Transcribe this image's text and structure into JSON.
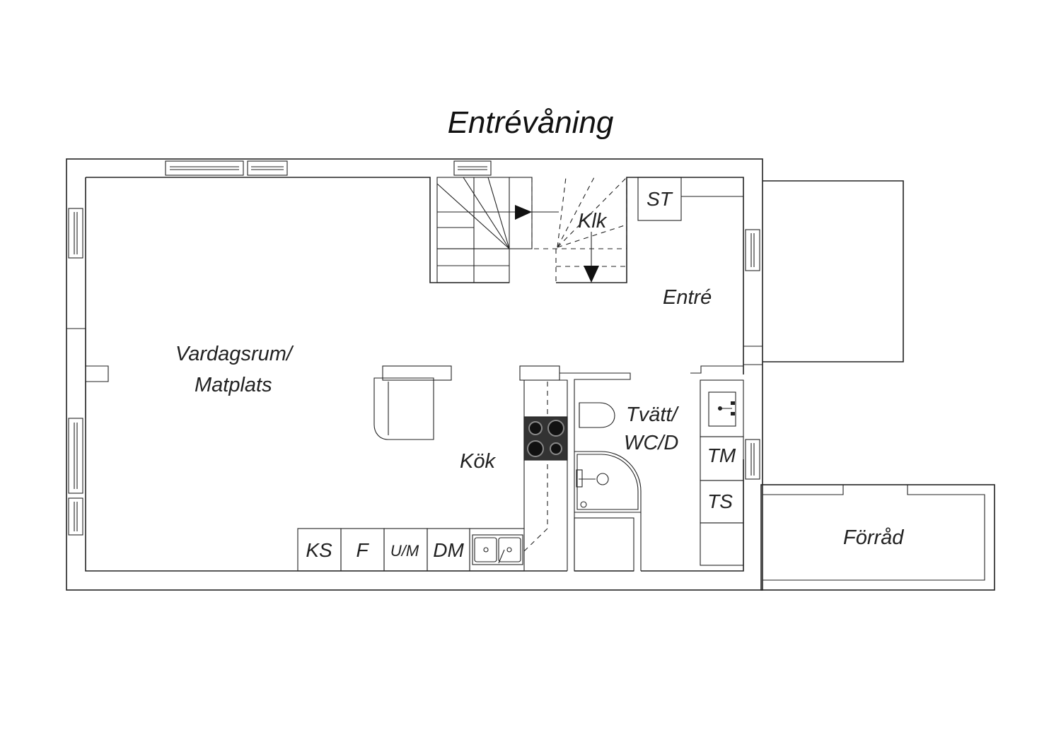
{
  "title": "Entrévåning",
  "rooms": {
    "living": [
      "Vardagsrum/",
      "Matplats"
    ],
    "kitchen": "Kök",
    "entrance": "Entré",
    "closet": "Klk",
    "laundry": [
      "Tvätt/",
      "WC/D"
    ],
    "storage": "Förråd"
  },
  "appliances": {
    "wardrobe": "ST",
    "fridge_freezer": "KS",
    "freezer": "F",
    "oven_microwave": "U/M",
    "dishwasher": "DM",
    "washing_machine": "TM",
    "dryer": "TS"
  },
  "colors": {
    "line": "#222222",
    "hob": "#333333",
    "background": "#ffffff"
  }
}
